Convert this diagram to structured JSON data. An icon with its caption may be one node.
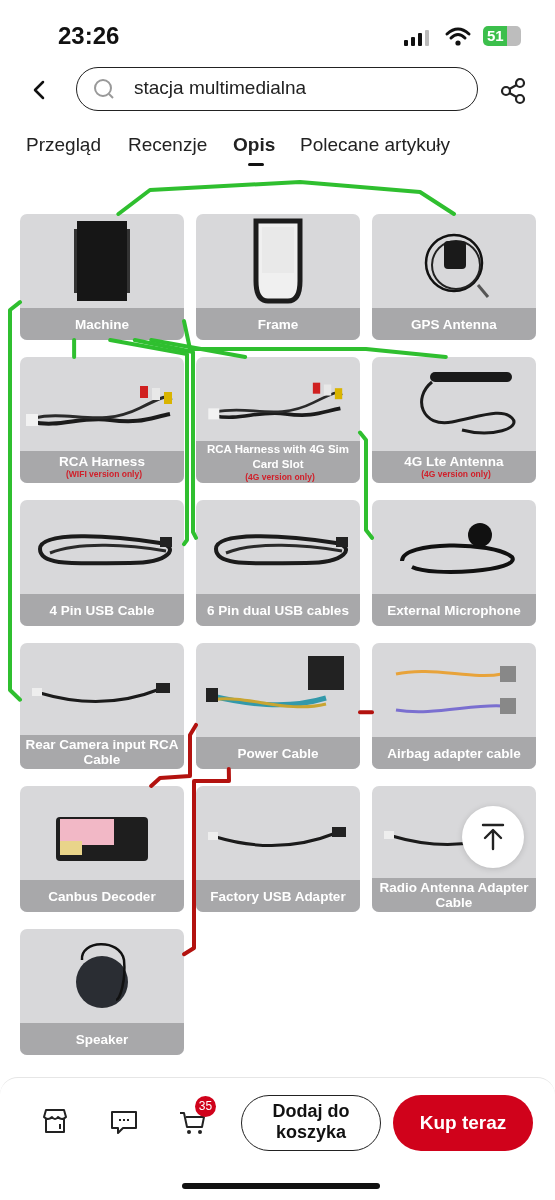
{
  "diagram": {
    "nodes": [
      {
        "text": [
          "Machine"
        ]
      },
      {
        "text": [
          "Frame"
        ]
      },
      {
        "text": [
          "GPS Antenna"
        ]
      },
      {
        "text": [
          "RCA Harness",
          "(WIFI version only)"
        ]
      },
      {
        "text": [
          "RCA Harness with 4G Sim Card Slot",
          "(4G version only)"
        ]
      },
      {
        "text": [
          "4G Lte Antenna",
          "(4G version only)"
        ]
      },
      {
        "text": [
          "4 Pin USB Cable"
        ]
      },
      {
        "text": [
          "6 Pin dual USB cables"
        ]
      },
      {
        "text": [
          "External Microphone"
        ]
      },
      {
        "text": [
          "Rear Camera input RCA Cable"
        ]
      },
      {
        "text": [
          "Power Cable"
        ]
      },
      {
        "text": [
          "Airbag adapter cable"
        ]
      },
      {
        "text": [
          "Canbus Decoder"
        ]
      },
      {
        "text": [
          "Factory USB Adapter"
        ]
      },
      {
        "text": [
          "Radio Antenna Adapter Cable"
        ]
      },
      {
        "text": [
          "Speaker"
        ]
      }
    ],
    "edges": [
      {
        "from": 0,
        "to": 2,
        "arrow": "none"
      },
      {
        "from": 0,
        "to": 3,
        "arrow": "none"
      },
      {
        "from": 0,
        "to": 4,
        "arrow": "none"
      },
      {
        "from": 0,
        "to": 5,
        "arrow": "none"
      },
      {
        "from": 0,
        "to": 7,
        "arrow": "none"
      },
      {
        "from": 0,
        "to": 6,
        "arrow": "none"
      },
      {
        "from": 0,
        "to": 9,
        "arrow": "none"
      },
      {
        "from": 4,
        "to": 8,
        "arrow": "none"
      },
      {
        "from": 10,
        "to": 12,
        "arrow": "none",
        "color": "#b3120f"
      },
      {
        "from": 10,
        "to": 15,
        "arrow": "none",
        "color": "#b3120f"
      },
      {
        "from": 10,
        "to": 11,
        "arrow": "none",
        "color": "#b3120f"
      }
    ],
    "labels": [
      "23:26",
      "51",
      "stacja multimedialna",
      "Przegląd",
      "Recenzje",
      "Opis",
      "Polecane artykuły",
      "35",
      "Dodaj do koszyka",
      "Kup teraz"
    ]
  }
}
